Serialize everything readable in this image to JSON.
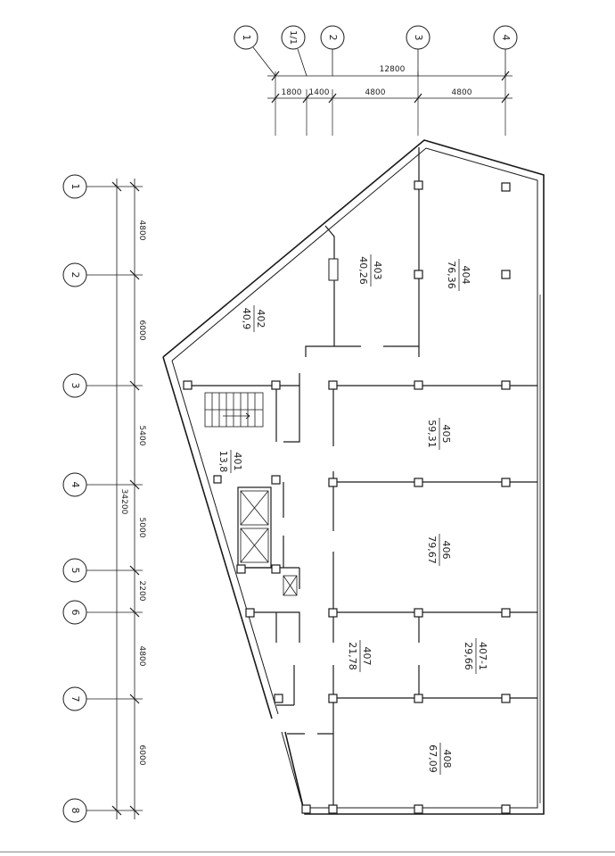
{
  "top_axes": [
    "1",
    "1/1",
    "2",
    "3",
    "4"
  ],
  "top_dims": {
    "overall": "12800",
    "segments": [
      "1800",
      "1400",
      "4800",
      "4800"
    ]
  },
  "left_axes": [
    "1",
    "2",
    "3",
    "4",
    "5",
    "6",
    "7",
    "8"
  ],
  "left_dims": {
    "overall": "34200",
    "segments": [
      "4800",
      "6000",
      "5400",
      "5000",
      "2200",
      "4800",
      "6000"
    ]
  },
  "rooms": [
    {
      "id": "401",
      "area": "13,8"
    },
    {
      "id": "402",
      "area": "40,9"
    },
    {
      "id": "403",
      "area": "40,26"
    },
    {
      "id": "404",
      "area": "76,36"
    },
    {
      "id": "405",
      "area": "59,31"
    },
    {
      "id": "406",
      "area": "79,67"
    },
    {
      "id": "407",
      "area": "21,78"
    },
    {
      "id": "407-1",
      "area": "29,66"
    },
    {
      "id": "408",
      "area": "67,09"
    }
  ],
  "colors": {
    "line": "#1a1a1a",
    "text": "#222222"
  }
}
